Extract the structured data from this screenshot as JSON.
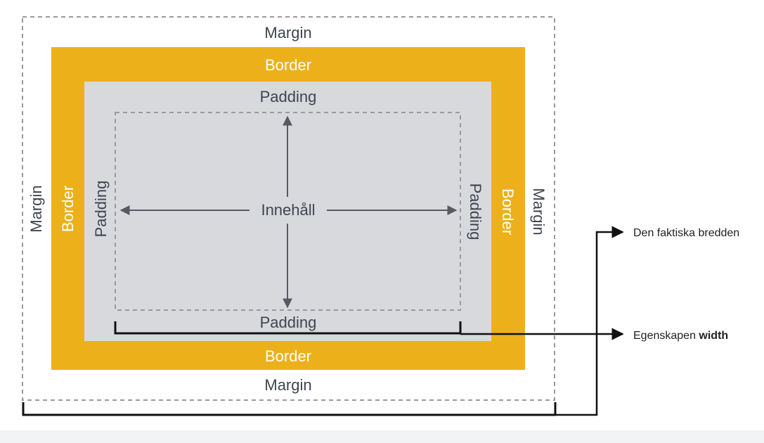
{
  "labels": {
    "margin": "Margin",
    "border": "Border",
    "padding": "Padding",
    "content": "Innehåll"
  },
  "annotations": {
    "actual_width": "Den faktiska bredden",
    "width_property_prefix": "Egenskapen ",
    "width_property_keyword": "width"
  },
  "colors": {
    "border_fill": "#ecb11a",
    "padding_fill": "#d8d9dc",
    "dashed": "#9a9a9a",
    "bracket": "#111111",
    "arrow": "#555a63",
    "text": "#3f4450"
  }
}
